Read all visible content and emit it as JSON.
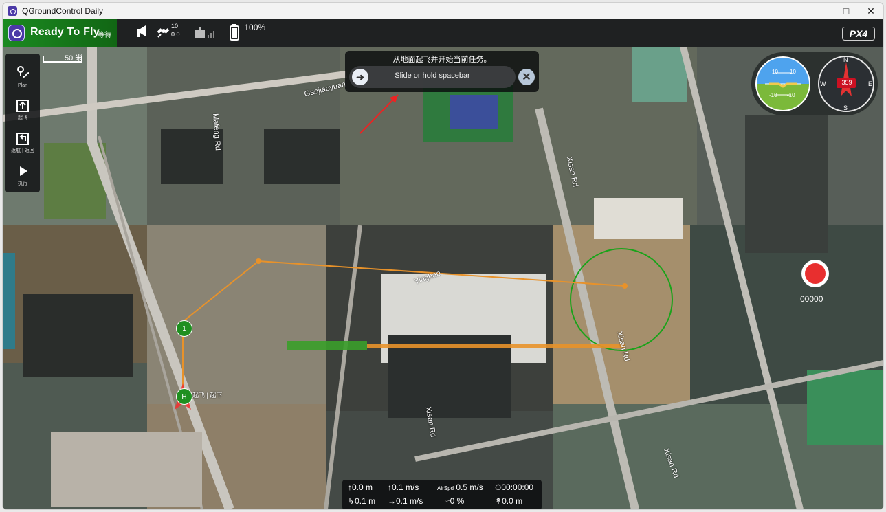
{
  "window": {
    "title": "QGroundControl Daily",
    "controls": {
      "minimize": "—",
      "maximize": "□",
      "close": "✕"
    }
  },
  "toolbar": {
    "status": "Ready To Fly",
    "mode": "等待",
    "satellites": "10",
    "hdop": "0.0",
    "battery": "100%",
    "firmware_logo": "PX4"
  },
  "left_toolbar": {
    "items": [
      {
        "label": "Plan",
        "icon": "plan-icon"
      },
      {
        "label": "起飞",
        "icon": "takeoff-icon"
      },
      {
        "label": "返航 | 返回",
        "icon": "return-icon"
      },
      {
        "label": "执行",
        "icon": "play-icon"
      }
    ]
  },
  "map": {
    "scale_label": "50 米",
    "streets": [
      "Gaojiaoyuan",
      "Mafeng Rd",
      "Xisan Rd",
      "Yinghao",
      "Xisan Rd",
      "Xisan Rd",
      "Xisan Rd"
    ],
    "mission": {
      "waypoint_1_label": "1",
      "home_label": "H",
      "home_text": "起飞 | 起下",
      "colors": {
        "path": "#e8922a",
        "loiter": "#2fa12f",
        "home": "#1f8f20"
      }
    }
  },
  "guided_action": {
    "message": "从地面起飞并开始当前任务。",
    "slider_text": "Slide or hold spacebar"
  },
  "instruments": {
    "attitude_ticks": {
      "top": "10",
      "bottom": "-10"
    },
    "heading": "359",
    "compass": {
      "n": "N",
      "e": "E",
      "s": "S",
      "w": "W"
    }
  },
  "video": {
    "record_timer": "00000"
  },
  "telemetry": {
    "altitude_rel": "0.0 m",
    "vert_speed": "0.1 m/s",
    "airspeed_label": "AirSpd",
    "airspeed": "0.5 m/s",
    "flight_time": "00:00:00",
    "dist_to_wp": "0.1 m",
    "ground_speed": "0.1 m/s",
    "throttle": "0 %",
    "alt_msl": "0.0 m"
  }
}
